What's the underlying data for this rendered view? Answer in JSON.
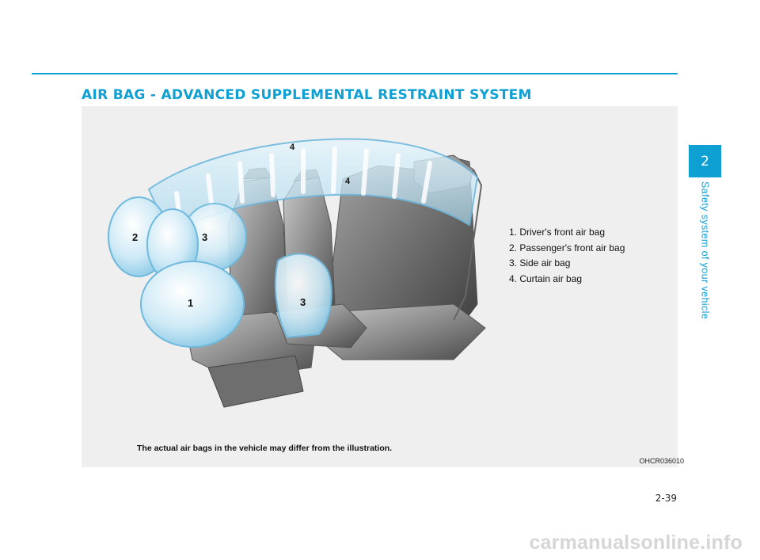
{
  "header": {
    "title": "AIR BAG - ADVANCED SUPPLEMENTAL RESTRAINT SYSTEM"
  },
  "figure": {
    "callouts": [
      "1",
      "2",
      "3",
      "3",
      "4",
      "4"
    ],
    "legend": [
      "1. Driver's front air bag",
      "2. Passenger's front air bag",
      "3. Side air bag",
      "4. Curtain air bag"
    ],
    "note": "The actual air bags in the vehicle may differ from the illustration.",
    "code": "OHCR036010"
  },
  "sidebar": {
    "chapter_number": "2",
    "section_title": "Safety system of your vehicle",
    "accent_color": "#0e9fd3"
  },
  "footer": {
    "page_number": "2-39",
    "watermark": "carmanualsonline.info"
  }
}
